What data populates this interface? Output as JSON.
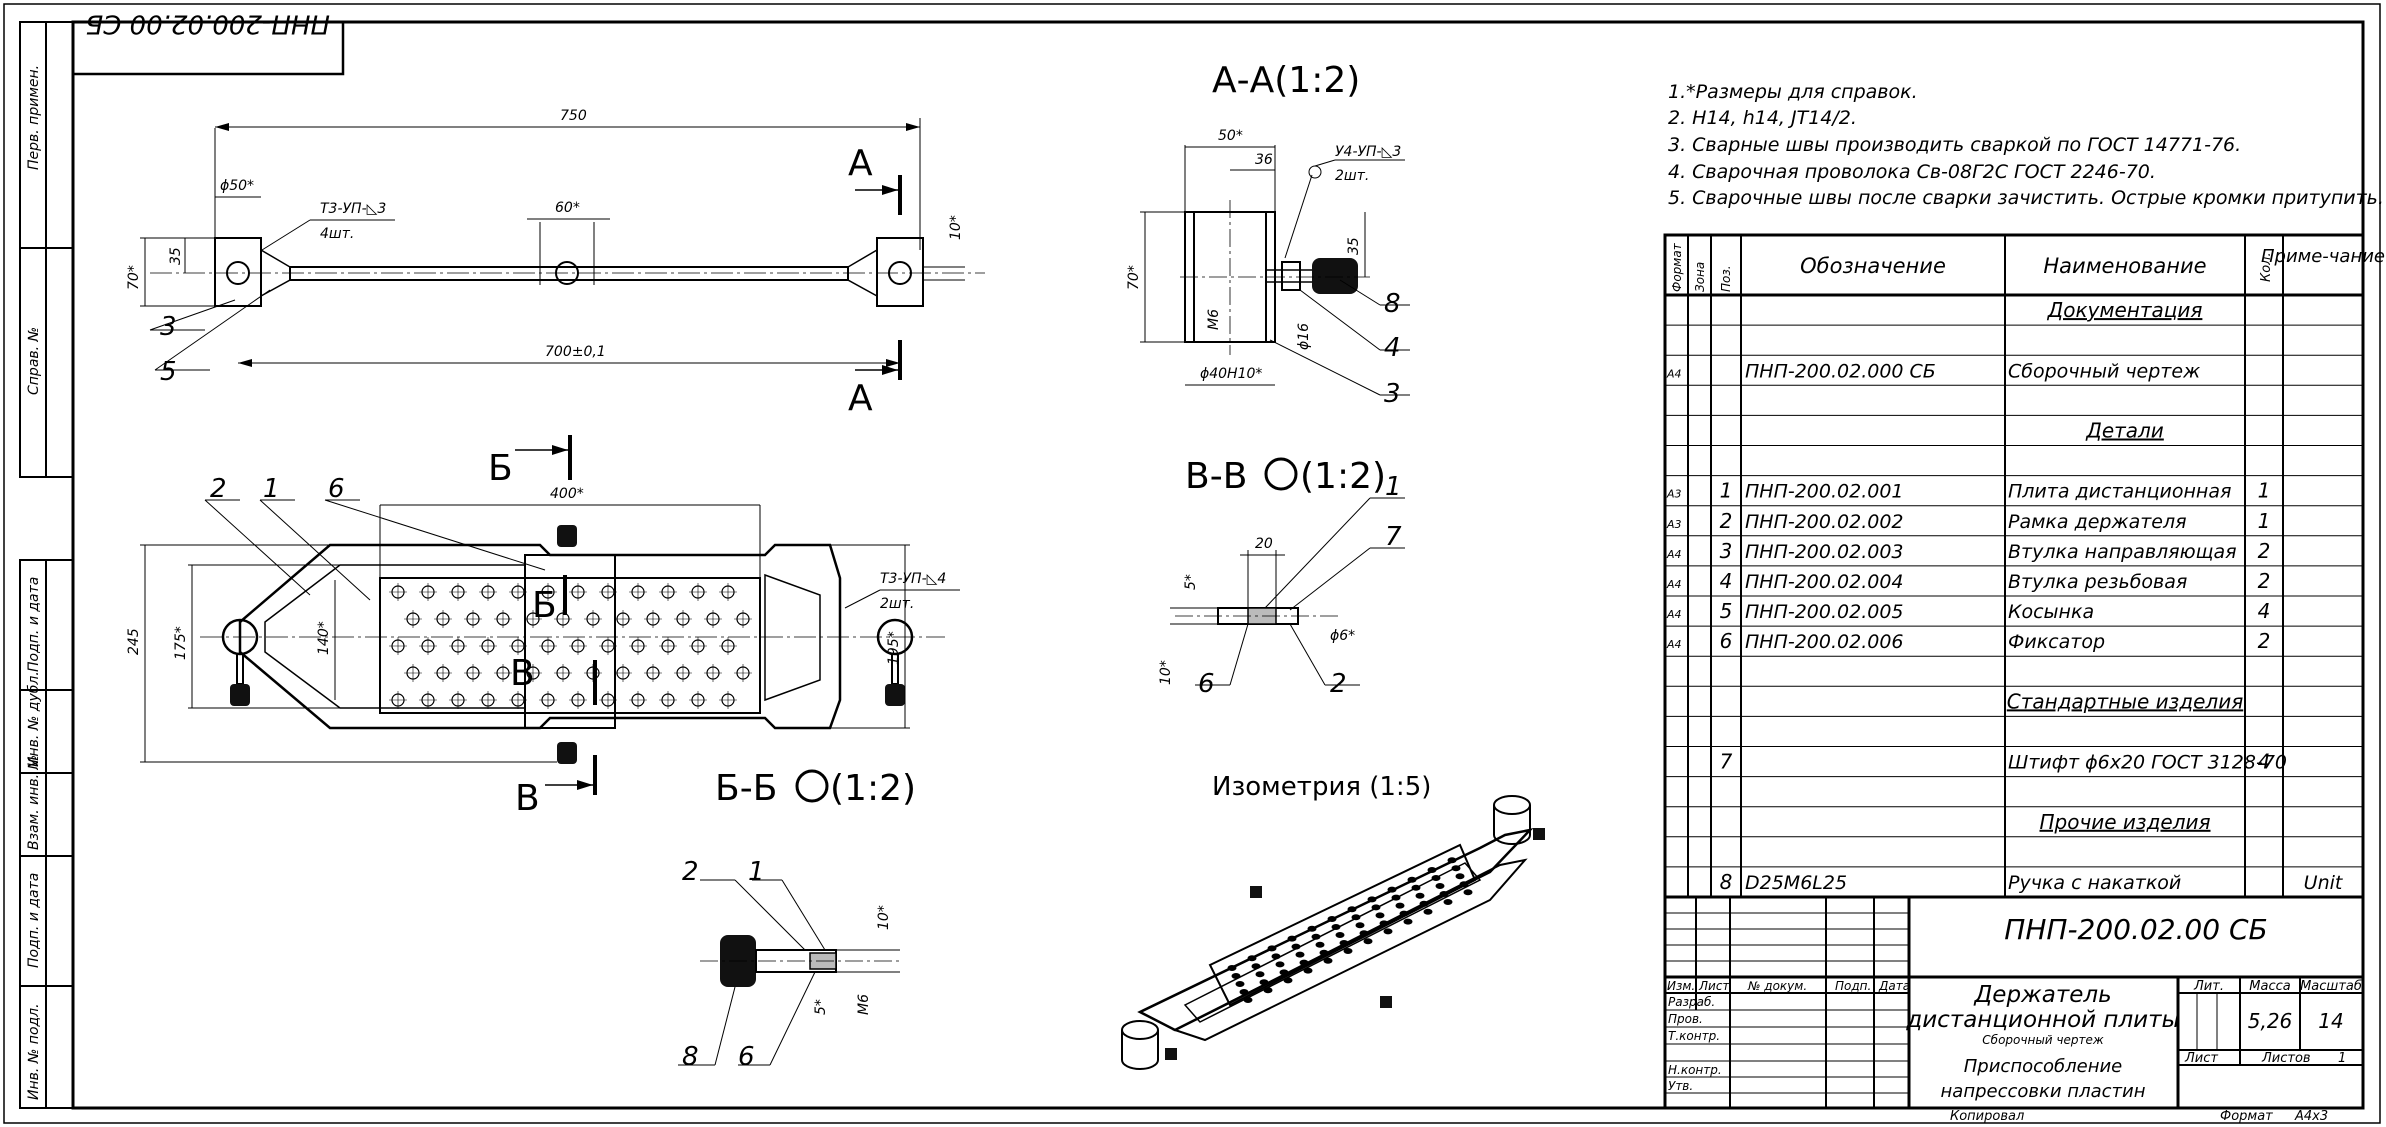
{
  "stamp_top": "ПНП-200.02.00 СБ",
  "side_labels": [
    "Перв. примен.",
    "Справ. №",
    "Подп. и дата",
    "Инв. № дубл.",
    "Взам. инв. №",
    "Подп. и дата",
    "Инв. № подл."
  ],
  "views": {
    "a_a": "А-А(1:2)",
    "v_v": "В-В",
    "b_b": "Б-Б",
    "scale_12": "(1:2)",
    "iso": "Изометрия (1:5)"
  },
  "section_letters": {
    "A": "А",
    "B": "Б",
    "V": "В"
  },
  "top_view": {
    "dim_750": "750",
    "dim_700": "700±0,1",
    "dim_50": "ϕ50*",
    "dim_60": "60*",
    "dim_35": "35",
    "dim_70": "70*",
    "dim_10": "10*",
    "weld": "Т3-УП-◺3",
    "weld_qty": "4шт.",
    "pos3": "3",
    "pos5": "5"
  },
  "aa_view": {
    "dim_50": "50*",
    "dim_36": "36",
    "dim_70": "70*",
    "dim_35": "35",
    "dim_m6": "М6",
    "dim_phi16": "ϕ16",
    "dim_phi40": "ϕ40Н10*",
    "weld": "У4-УП-◺3",
    "weld_qty": "2шт.",
    "pos8": "8",
    "pos4": "4",
    "pos3": "3"
  },
  "front_view": {
    "dim_400": "400*",
    "dim_245": "245",
    "dim_175": "175*",
    "dim_140": "140*",
    "dim_195": "195*",
    "weld": "Т3-УП-◺4",
    "weld_qty": "2шт.",
    "pos2": "2",
    "pos1": "1",
    "pos6": "6"
  },
  "vv_view": {
    "dim_20": "20",
    "dim_5": "5*",
    "dim_10": "10*",
    "dim_phi6": "ϕ6*",
    "pos1": "1",
    "pos7": "7",
    "pos6": "6",
    "pos2": "2"
  },
  "bb_view": {
    "dim_10": "10*",
    "dim_5": "5*",
    "dim_m6": "М6",
    "pos2": "2",
    "pos1": "1",
    "pos8": "8",
    "pos6": "6"
  },
  "notes": [
    "1.*Размеры для справок.",
    "2. Н14, h14, JT14/2.",
    "3. Сварные швы производить сваркой по ГОСТ 14771-76.",
    "4. Сварочная проволока Св-08Г2С ГОСТ 2246-70.",
    "5. Сварочные швы после сварки зачистить. Острые кромки притупить."
  ],
  "spec_headers": {
    "format": "Формат",
    "zone": "Зона",
    "pos": "Поз.",
    "designation": "Обозначение",
    "name": "Наименование",
    "qty": "Кол.",
    "note": "Приме-чание"
  },
  "spec_rows": [
    {
      "f": "",
      "p": "",
      "d": "",
      "n": "Документация",
      "q": "",
      "r": "",
      "section": true
    },
    {
      "f": "",
      "p": "",
      "d": "",
      "n": "",
      "q": "",
      "r": ""
    },
    {
      "f": "А4",
      "p": "",
      "d": "ПНП-200.02.000 СБ",
      "n": "Сборочный чертеж",
      "q": "",
      "r": ""
    },
    {
      "f": "",
      "p": "",
      "d": "",
      "n": "",
      "q": "",
      "r": ""
    },
    {
      "f": "",
      "p": "",
      "d": "",
      "n": "Детали",
      "q": "",
      "r": "",
      "section": true
    },
    {
      "f": "",
      "p": "",
      "d": "",
      "n": "",
      "q": "",
      "r": ""
    },
    {
      "f": "А3",
      "p": "1",
      "d": "ПНП-200.02.001",
      "n": "Плита дистанционная",
      "q": "1",
      "r": ""
    },
    {
      "f": "А3",
      "p": "2",
      "d": "ПНП-200.02.002",
      "n": "Рамка держателя",
      "q": "1",
      "r": ""
    },
    {
      "f": "А4",
      "p": "3",
      "d": "ПНП-200.02.003",
      "n": "Втулка направляющая",
      "q": "2",
      "r": ""
    },
    {
      "f": "А4",
      "p": "4",
      "d": "ПНП-200.02.004",
      "n": "Втулка резьбовая",
      "q": "2",
      "r": ""
    },
    {
      "f": "А4",
      "p": "5",
      "d": "ПНП-200.02.005",
      "n": "Косынка",
      "q": "4",
      "r": ""
    },
    {
      "f": "А4",
      "p": "6",
      "d": "ПНП-200.02.006",
      "n": "Фиксатор",
      "q": "2",
      "r": ""
    },
    {
      "f": "",
      "p": "",
      "d": "",
      "n": "",
      "q": "",
      "r": ""
    },
    {
      "f": "",
      "p": "",
      "d": "",
      "n": "Стандартные изделия",
      "q": "",
      "r": "",
      "section": true
    },
    {
      "f": "",
      "p": "",
      "d": "",
      "n": "",
      "q": "",
      "r": ""
    },
    {
      "f": "",
      "p": "7",
      "d": "",
      "n": "Штифт ϕ6х20 ГОСТ 3128-70",
      "q": "4",
      "r": ""
    },
    {
      "f": "",
      "p": "",
      "d": "",
      "n": "",
      "q": "",
      "r": ""
    },
    {
      "f": "",
      "p": "",
      "d": "",
      "n": "Прочие изделия",
      "q": "",
      "r": "",
      "section": true
    },
    {
      "f": "",
      "p": "",
      "d": "",
      "n": "",
      "q": "",
      "r": ""
    },
    {
      "f": "",
      "p": "8",
      "d": "D25M6L25",
      "n": "Ручка с накаткой",
      "q": "",
      "r": "Unit"
    }
  ],
  "title_block": {
    "code": "ПНП-200.02.00 СБ",
    "title_line1": "Держатель",
    "title_line2": "дистанционной плиты",
    "doc_type": "Сборочный чертеж",
    "org_line1": "Приспособление",
    "org_line2": "напрессовки пластин",
    "lit": "Лит.",
    "mass_label": "Масса",
    "scale_label": "Масштаб",
    "mass": "5,26",
    "scale": "14",
    "sheet": "Лист",
    "sheets": "Листов",
    "sheets_value": "1",
    "izm": "Изм.",
    "list": "Лист",
    "doc_no": "№ докум.",
    "podp": "Подп.",
    "data": "Дата",
    "roles": [
      "Разраб.",
      "Пров.",
      "Т.контр.",
      "",
      "Н.контр.",
      "Утв."
    ]
  },
  "footer": {
    "copied": "Копировал",
    "format": "Формат",
    "format_value": "А4х3"
  }
}
